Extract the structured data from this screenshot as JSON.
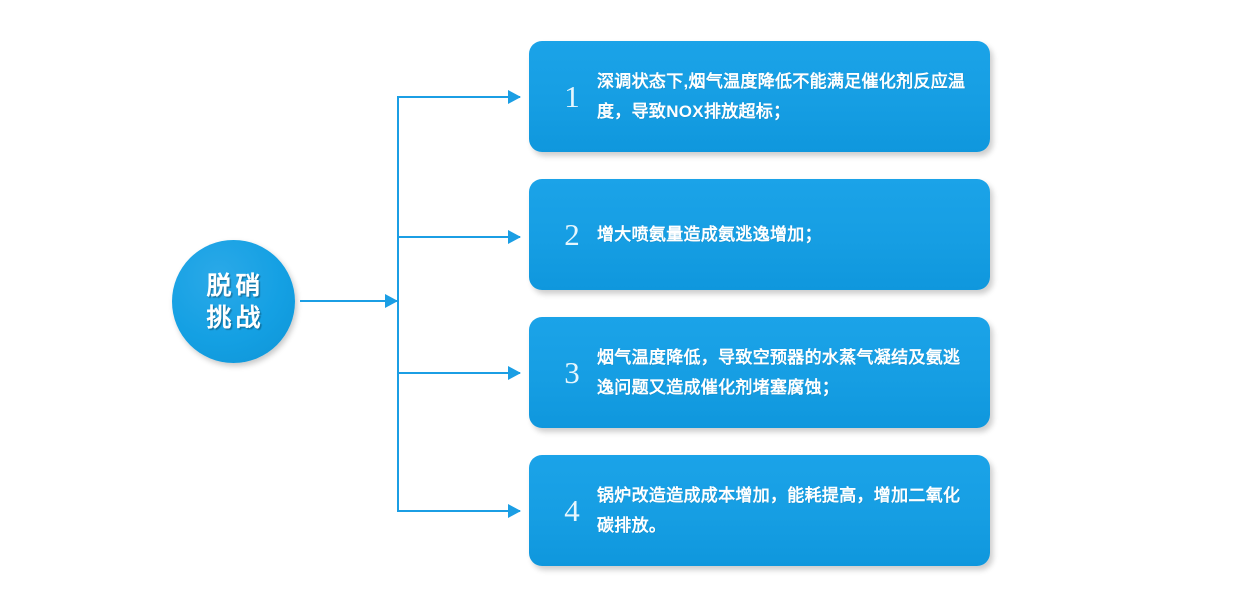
{
  "diagram": {
    "title": "脱硝挑战",
    "hub": {
      "line1": "脱硝",
      "line2": "挑战"
    },
    "colors": {
      "accent": "#1b9ee4",
      "box_fill": "#169ee3",
      "hub_fill": "#14a0e3",
      "text": "#ffffff",
      "background": "#ffffff"
    },
    "items": [
      {
        "number": "1",
        "text": "深调状态下,烟气温度降低不能满足催化剂反应温度，导致NOX排放超标；"
      },
      {
        "number": "2",
        "text": "增大喷氨量造成氨逃逸增加；"
      },
      {
        "number": "3",
        "text": "烟气温度降低，导致空预器的水蒸气凝结及氨逃逸问题又造成催化剂堵塞腐蚀；"
      },
      {
        "number": "4",
        "text": "锅炉改造造成成本增加，能耗提高，增加二氧化碳排放。"
      }
    ]
  }
}
